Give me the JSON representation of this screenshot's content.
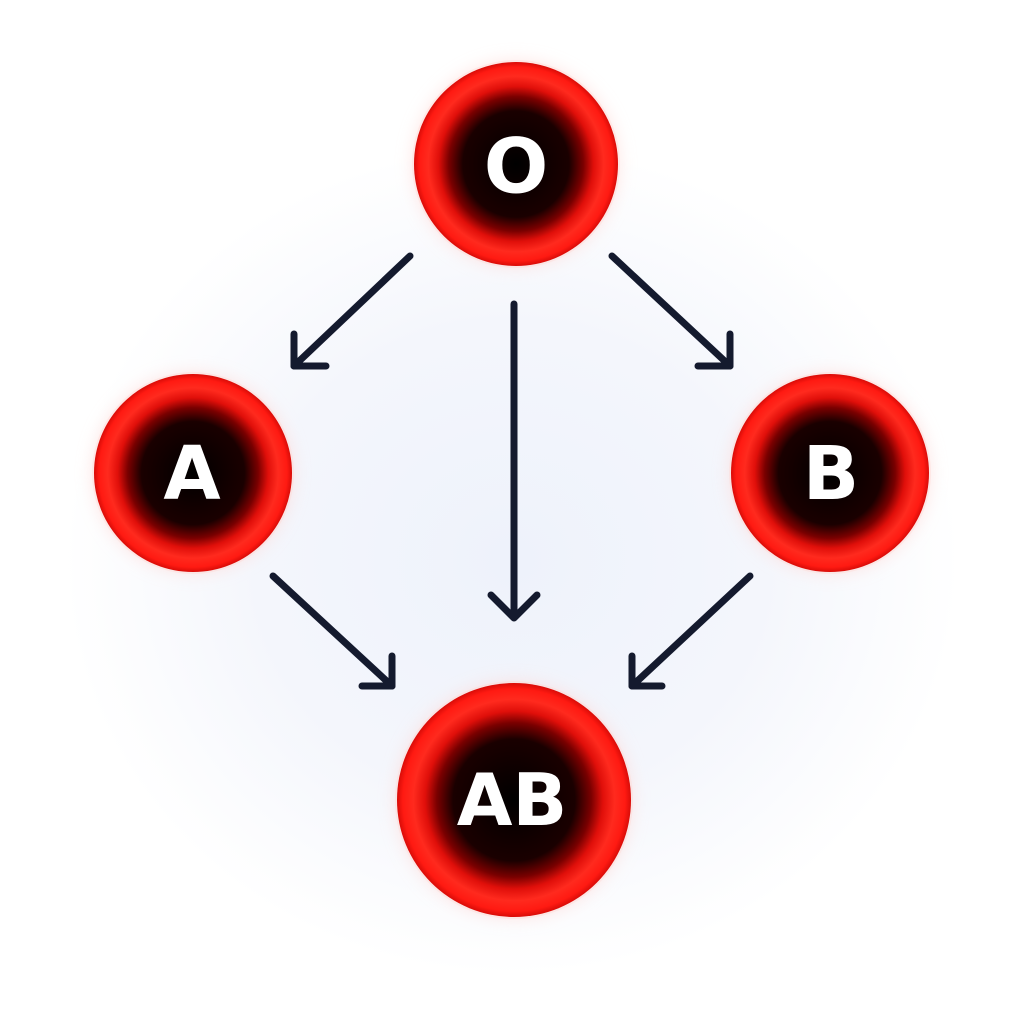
{
  "colors": {
    "ring": "#ff1a12",
    "core": "#140000",
    "arrow": "#141a2e",
    "label": "#ffffff"
  },
  "nodes": {
    "o": {
      "label": "O"
    },
    "a": {
      "label": "A"
    },
    "b": {
      "label": "B"
    },
    "ab": {
      "label": "AB"
    }
  },
  "edges": [
    {
      "from": "o",
      "to": "a"
    },
    {
      "from": "o",
      "to": "ab"
    },
    {
      "from": "o",
      "to": "b"
    },
    {
      "from": "a",
      "to": "ab"
    },
    {
      "from": "b",
      "to": "ab"
    }
  ]
}
